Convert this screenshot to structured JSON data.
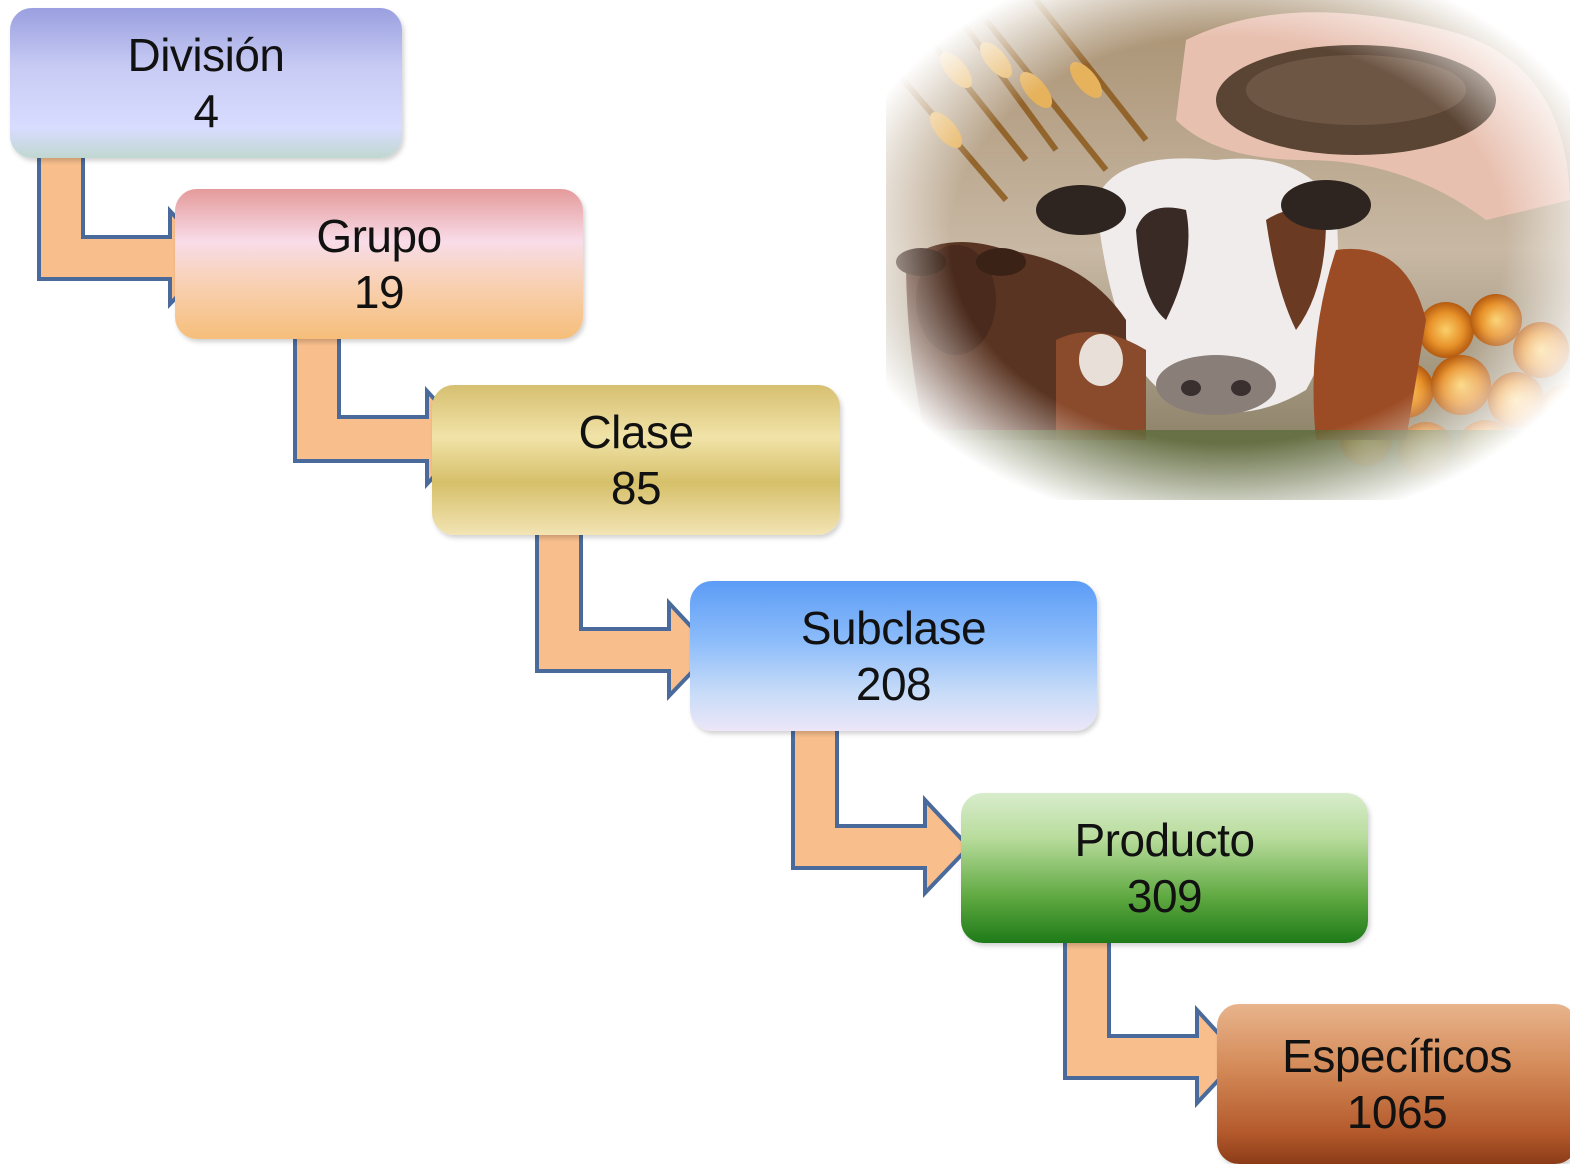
{
  "hierarchy": [
    {
      "label": "División",
      "count": "4"
    },
    {
      "label": "Grupo",
      "count": "19"
    },
    {
      "label": "Clase",
      "count": "85"
    },
    {
      "label": "Subclase",
      "count": "208"
    },
    {
      "label": "Producto",
      "count": "309"
    },
    {
      "label": "Específicos",
      "count": "1065"
    }
  ],
  "colors": {
    "arrow_fill": "#f8be8c",
    "arrow_stroke": "#4a6a9c"
  },
  "photo": {
    "icon": "farm-collage-image"
  }
}
